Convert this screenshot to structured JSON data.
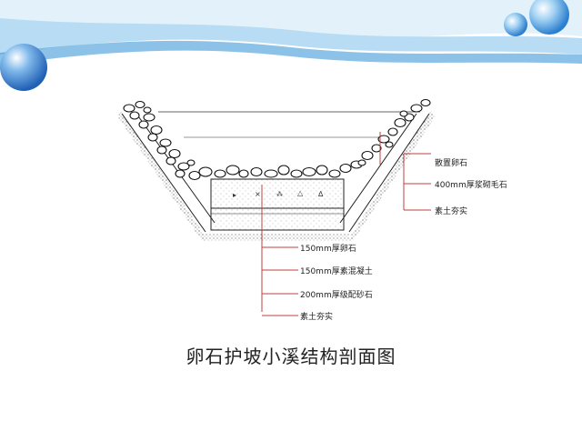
{
  "slide": {
    "background_color": "#ffffff",
    "header_colors": {
      "light": "#e3f1fb",
      "mid": "#b8dcf4",
      "dark": "#2f8fd6"
    }
  },
  "diagram": {
    "line_color": "#c04040",
    "right_labels": [
      {
        "id": "scattered-cobble",
        "text": "散置卵石"
      },
      {
        "id": "rubble-masonry",
        "text": "400mm厚浆砌毛石"
      },
      {
        "id": "compacted-soil-right",
        "text": "素土夯实"
      }
    ],
    "bottom_labels": [
      {
        "id": "cobble-layer",
        "text": "150mm厚卵石"
      },
      {
        "id": "plain-concrete",
        "text": "150mm厚素混凝土"
      },
      {
        "id": "graded-gravel",
        "text": "200mm厚级配砂石"
      },
      {
        "id": "compacted-soil-bottom",
        "text": "素土夯实"
      }
    ]
  },
  "caption": "卵石护坡小溪结构剖面图"
}
